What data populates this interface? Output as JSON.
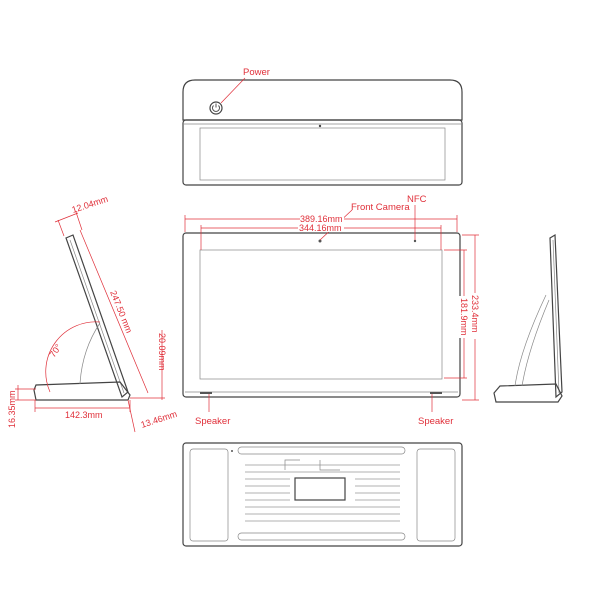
{
  "labels": {
    "power": "Power",
    "front_camera": "Front Camera",
    "nfc": "NFC",
    "speaker_left": "Speaker",
    "speaker_right": "Speaker"
  },
  "dimensions": {
    "overall_width": "389.16mm",
    "screen_width": "344.16mm",
    "overall_height": "233.4mm",
    "screen_height": "181.9mm",
    "side_thickness": "12.04mm",
    "side_length": "247.50 mm",
    "tilt_angle": "70°",
    "base_height": "20.09mm",
    "base_depth": "142.3mm",
    "foot_height": "16.35mm",
    "bottom_offset": "13.46mm"
  },
  "colors": {
    "annotation": "#e0303a",
    "outline": "#444444"
  }
}
